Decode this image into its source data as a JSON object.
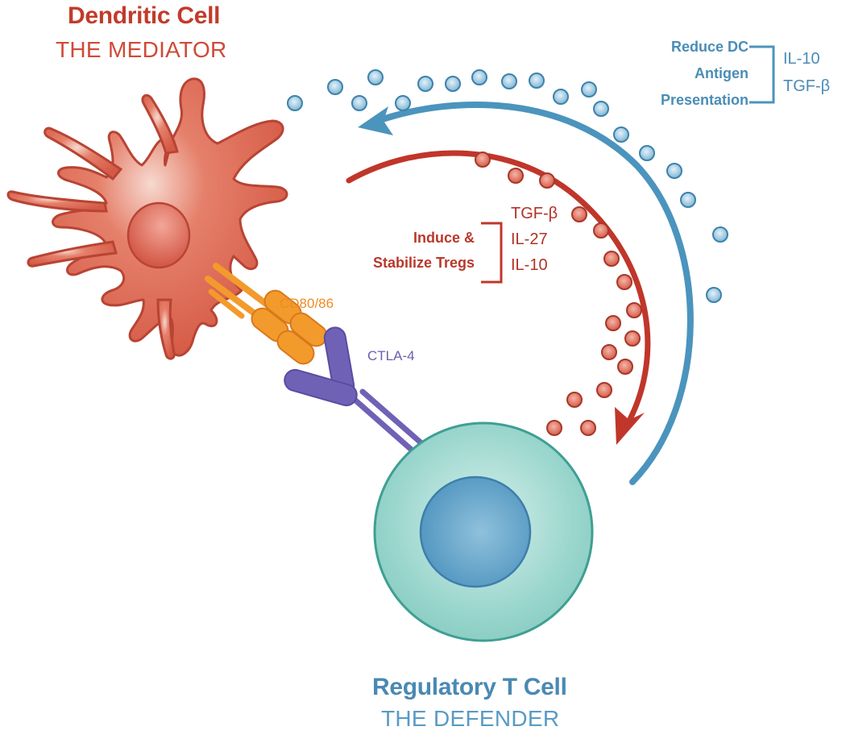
{
  "dendritic_cell": {
    "title": "Dendritic Cell",
    "subtitle": "THE MEDIATOR"
  },
  "treg_cell": {
    "title": "Regulatory T Cell",
    "subtitle": "THE DEFENDER"
  },
  "blue_effect": {
    "lines": [
      "Reduce DC",
      "Antigen",
      "Presentation"
    ],
    "cytokines": [
      "IL-10",
      "TGF-β"
    ]
  },
  "red_effect": {
    "lines": [
      "Induce &",
      "Stabilize Tregs"
    ],
    "cytokines": [
      "TGF-β",
      "IL-27",
      "IL-10"
    ]
  },
  "receptors": {
    "cd80": "CD80/86",
    "ctla4": "CTLA-4"
  },
  "colors": {
    "dendritic": "#d9614c",
    "dendritic_dark": "#b84434",
    "treg": "#8fd2c8",
    "treg_nucleus": "#5a9bc2",
    "blue_arrow": "#4b94bd",
    "red_arrow": "#c0362a",
    "cd80": "#f39a2c",
    "ctla4": "#6f62b6"
  }
}
